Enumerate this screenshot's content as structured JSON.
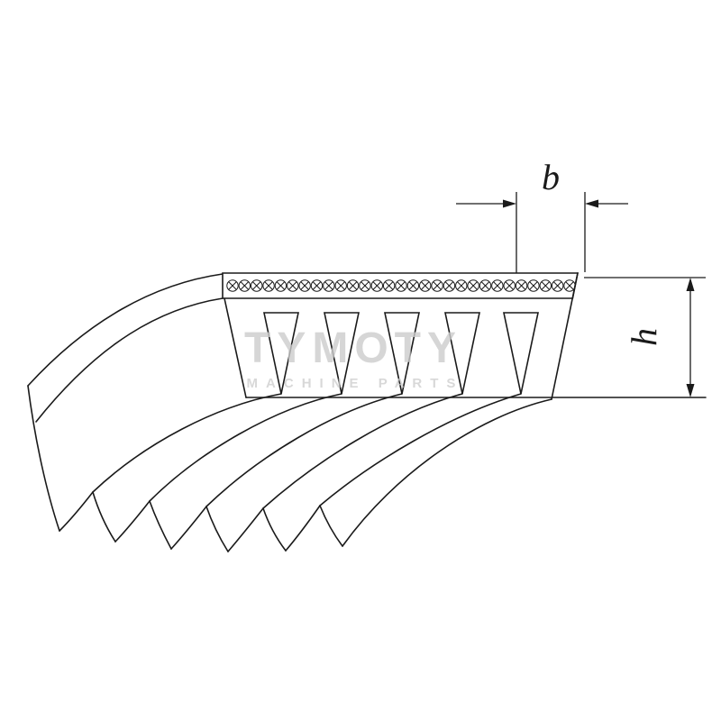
{
  "diagram": {
    "type": "poly-v-belt-profile-drawing",
    "ribs_count": 6,
    "grooves_count": 5,
    "cord_symbol_count": 29,
    "line_color": "#1a1a1a",
    "background_color": "#ffffff"
  },
  "dimensions": {
    "width_label": "b",
    "height_label": "h"
  },
  "watermark": {
    "line1": "TYMOTY",
    "line2": "MACHINE PARTS",
    "color": "#cccccc"
  }
}
